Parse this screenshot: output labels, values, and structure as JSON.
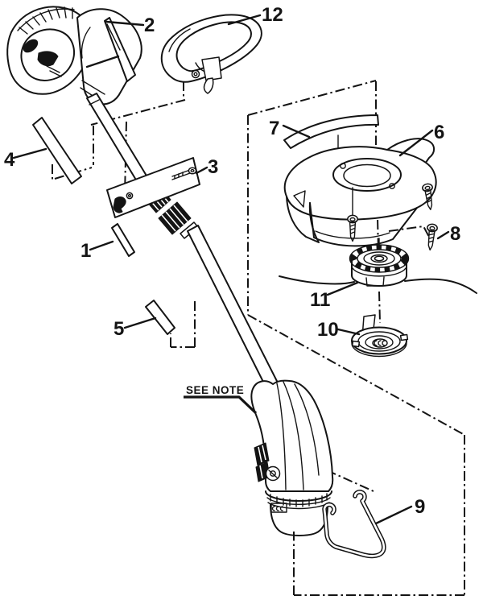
{
  "colors": {
    "background": "#ffffff",
    "ink": "#141414"
  },
  "note": {
    "text": "SEE NOTE"
  },
  "callouts": {
    "c1": {
      "label": "1"
    },
    "c2": {
      "label": "2"
    },
    "c3": {
      "label": "3"
    },
    "c4": {
      "label": "4"
    },
    "c5": {
      "label": "5"
    },
    "c6": {
      "label": "6"
    },
    "c7": {
      "label": "7"
    },
    "c8": {
      "label": "8"
    },
    "c9": {
      "label": "9"
    },
    "c10": {
      "label": "10"
    },
    "c11": {
      "label": "11"
    },
    "c12": {
      "label": "12"
    }
  }
}
